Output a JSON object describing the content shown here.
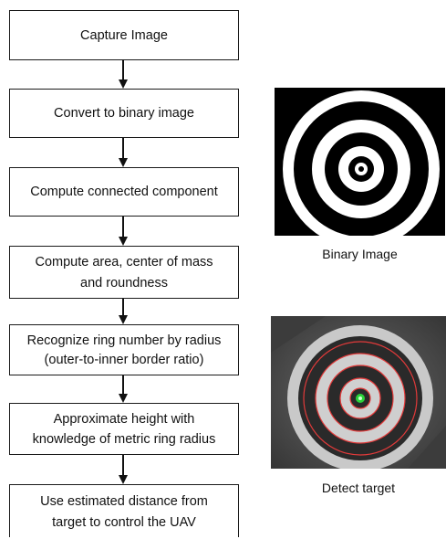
{
  "flow_steps": [
    {
      "lines": [
        "Capture Image"
      ]
    },
    {
      "lines": [
        "Convert to binary image"
      ]
    },
    {
      "lines": [
        "Compute connected component"
      ]
    },
    {
      "lines": [
        "Compute area, center of mass",
        "and roundness"
      ]
    },
    {
      "lines": [
        "Recognize ring number by radius",
        "(outer-to-inner border ratio)"
      ]
    },
    {
      "lines": [
        "Approximate height with",
        "knowledge of metric ring radius"
      ]
    },
    {
      "lines": [
        "Use estimated distance from",
        "target to control the UAV"
      ]
    }
  ],
  "images": [
    {
      "caption": "Binary Image"
    },
    {
      "caption": "Detect target"
    }
  ],
  "colors": {
    "detected_contour": "#e23a3a",
    "detected_center": "#2bd33a"
  }
}
